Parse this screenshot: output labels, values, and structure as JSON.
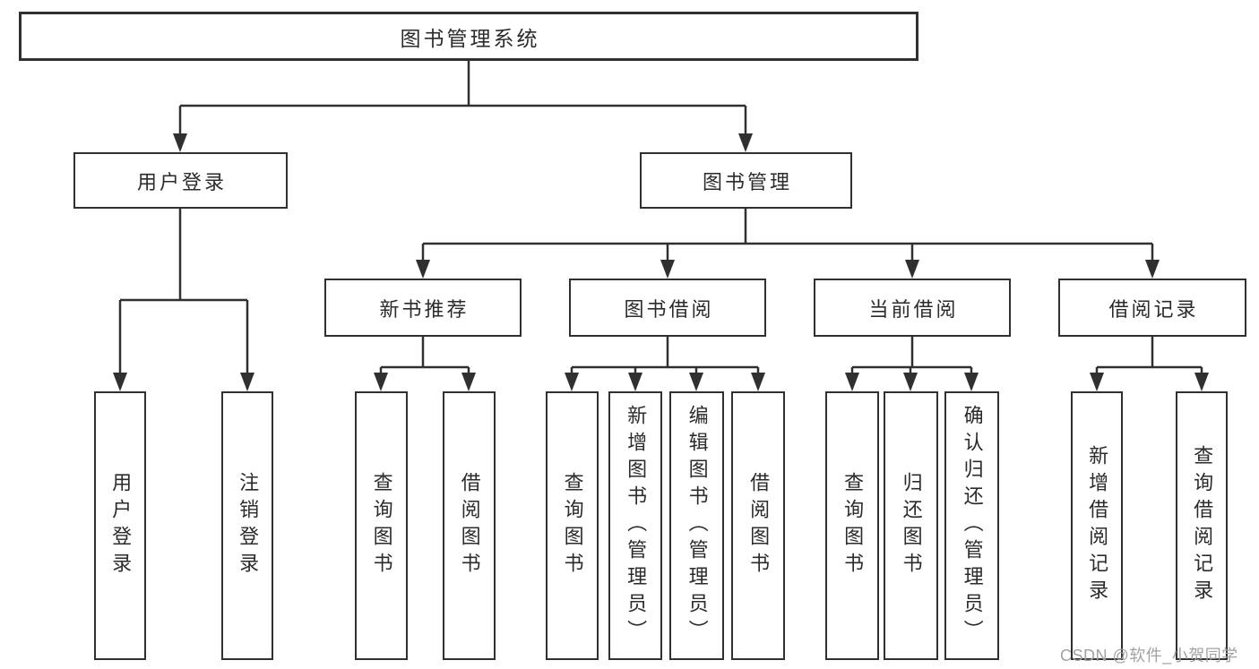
{
  "tree": {
    "label": "图书管理系统",
    "children": [
      {
        "label": "用户登录",
        "children": [
          {
            "label": "用户登录"
          },
          {
            "label": "注销登录"
          }
        ]
      },
      {
        "label": "图书管理",
        "children": [
          {
            "label": "新书推荐",
            "children": [
              {
                "label": "查询图书"
              },
              {
                "label": "借阅图书"
              }
            ]
          },
          {
            "label": "图书借阅",
            "children": [
              {
                "label": "查询图书"
              },
              {
                "label": "新增图书（管理员）"
              },
              {
                "label": "编辑图书（管理员）"
              },
              {
                "label": "借阅图书"
              }
            ]
          },
          {
            "label": "当前借阅",
            "children": [
              {
                "label": "查询图书"
              },
              {
                "label": "归还图书"
              },
              {
                "label": "确认归还（管理员）"
              }
            ]
          },
          {
            "label": "借阅记录",
            "children": [
              {
                "label": "新增借阅记录"
              },
              {
                "label": "查询借阅记录"
              }
            ]
          }
        ]
      }
    ]
  },
  "watermark": "CSDN @软件_小贺同学",
  "colors": {
    "line": "#303030",
    "text": "#2b2b2b",
    "box_bg": "#ffffff",
    "page_bg": "#ffffff",
    "watermark": "#a2a2a2"
  }
}
